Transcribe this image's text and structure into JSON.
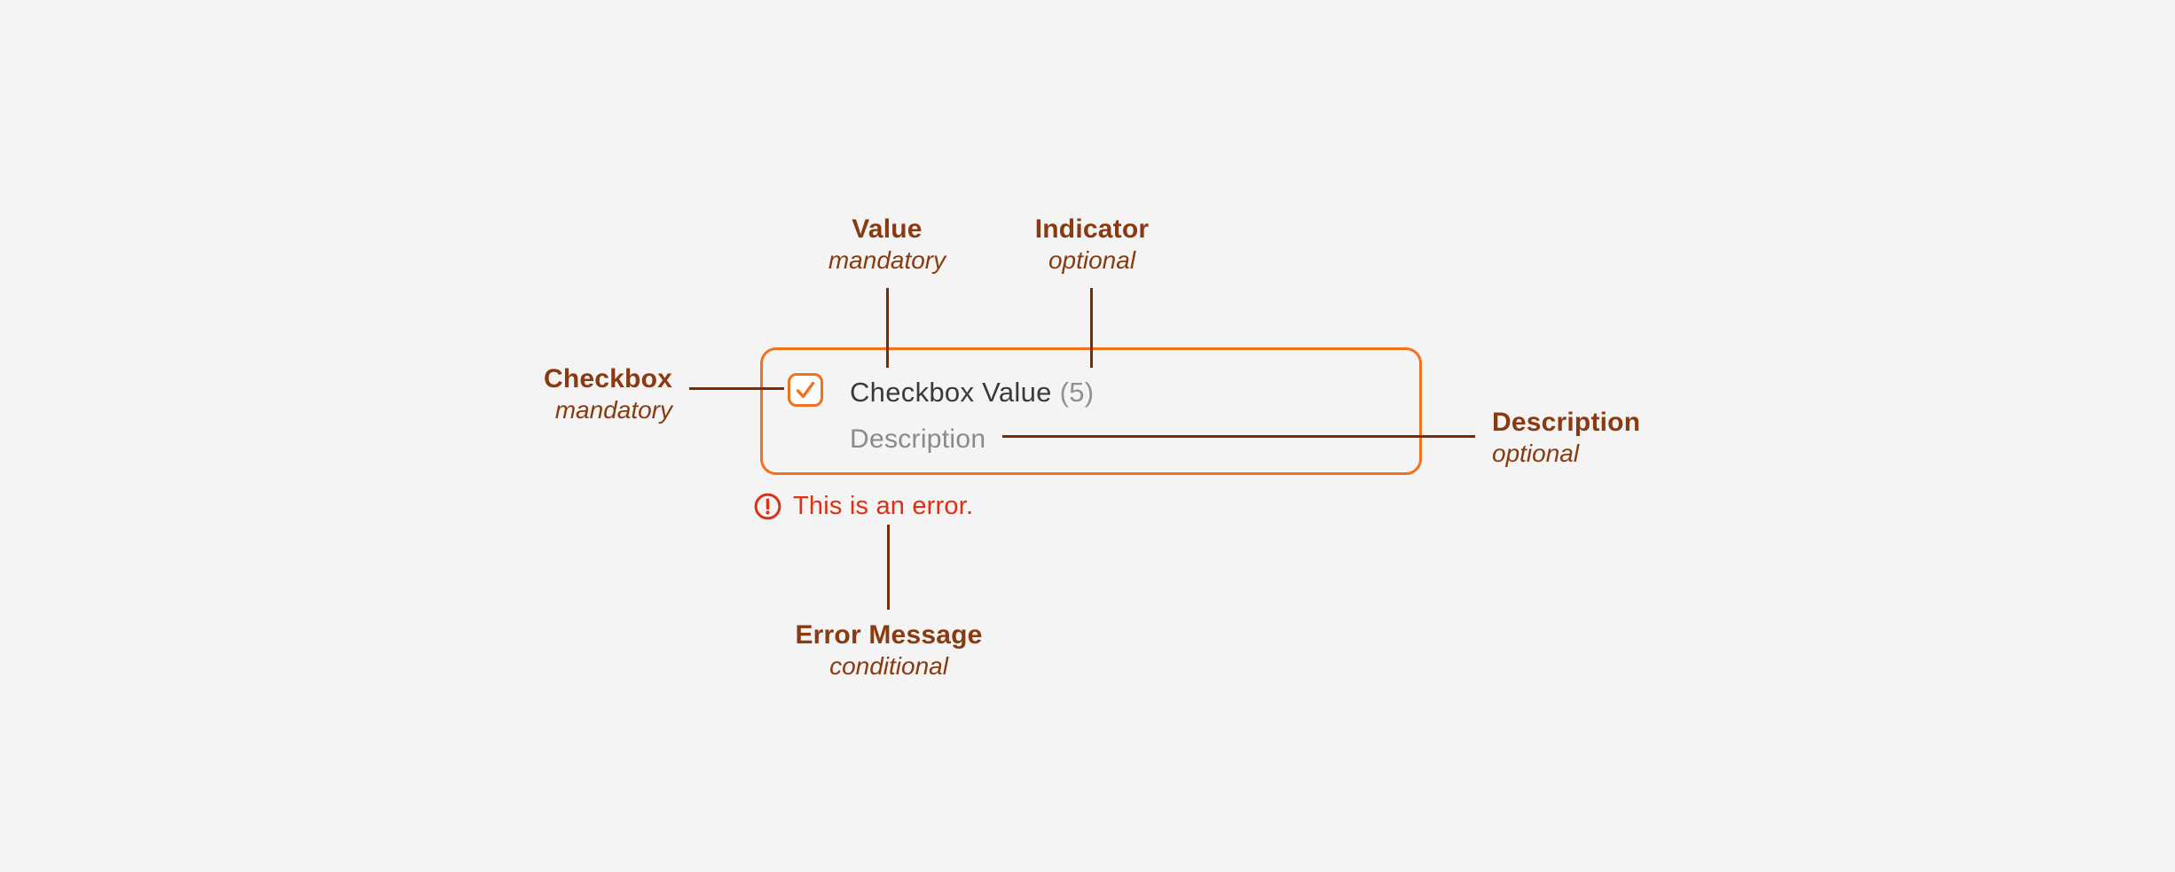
{
  "diagram_title": "checkbox-component-anatomy",
  "colors": {
    "background": "#f4f4f5",
    "component_border": "#f3701d",
    "checkbox_border": "#f3701d",
    "checkbox_check": "#f3701d",
    "checkbox_fill": "#ffffff",
    "annotation_text": "#8a3a10",
    "annotation_line": "#7b2d00",
    "error": "#e12e10",
    "value_text": "#3a3a3c",
    "indicator_text": "#909095",
    "description_text": "#8a8a8e"
  },
  "annotations": {
    "value": {
      "label": "Value",
      "qualifier": "mandatory"
    },
    "indicator": {
      "label": "Indicator",
      "qualifier": "optional"
    },
    "checkbox": {
      "label": "Checkbox",
      "qualifier": "mandatory"
    },
    "description": {
      "label": "Description",
      "qualifier": "optional"
    },
    "error_message": {
      "label": "Error Message",
      "qualifier": "conditional"
    }
  },
  "component": {
    "value_label": "Checkbox Value",
    "indicator": "(5)",
    "description": "Description",
    "checkbox_checked": true
  },
  "error": {
    "text": "This is an error."
  }
}
